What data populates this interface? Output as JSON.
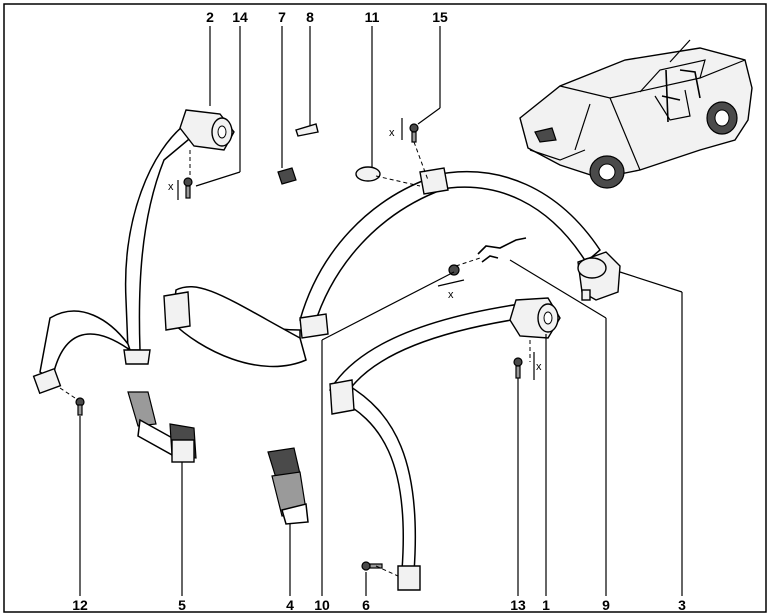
{
  "callouts": {
    "c1": "1",
    "c2": "2",
    "c3": "3",
    "c4": "4",
    "c5": "5",
    "c6": "6",
    "c7": "7",
    "c8": "8",
    "c9": "9",
    "c10": "10",
    "c11": "11",
    "c12": "12",
    "c13": "13",
    "c14": "14",
    "c15": "15"
  },
  "markers": {
    "x": "x"
  }
}
